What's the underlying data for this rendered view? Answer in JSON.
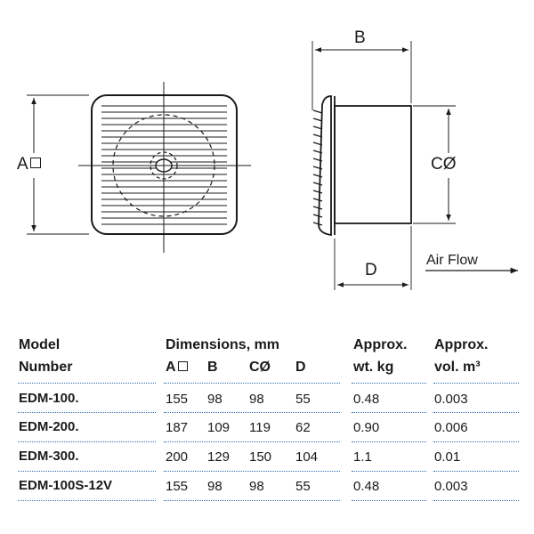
{
  "drawing": {
    "labels": {
      "a": "A",
      "b": "B",
      "c": "CØ",
      "d": "D",
      "airflow": "Air Flow"
    }
  },
  "table": {
    "headers": {
      "model_line1": "Model",
      "model_line2": "Number",
      "dimensions": "Dimensions, mm",
      "col_a": "A",
      "col_b": "B",
      "col_c": "CØ",
      "col_d": "D",
      "weight_line1": "Approx.",
      "weight_line2": "wt. kg",
      "volume_line1": "Approx.",
      "volume_line2": "vol. m³"
    },
    "rows": [
      {
        "model": "EDM-100.",
        "a": "155",
        "b": "98",
        "c": "98",
        "d": "55",
        "weight": "0.48",
        "volume": "0.003"
      },
      {
        "model": "EDM-200.",
        "a": "187",
        "b": "109",
        "c": "119",
        "d": "62",
        "weight": "0.90",
        "volume": "0.006"
      },
      {
        "model": "EDM-300.",
        "a": "200",
        "b": "129",
        "c": "150",
        "d": "104",
        "weight": "1.1",
        "volume": "0.01"
      },
      {
        "model": "EDM-100S-12V",
        "a": "155",
        "b": "98",
        "c": "98",
        "d": "55",
        "weight": "0.48",
        "volume": "0.003"
      }
    ]
  }
}
